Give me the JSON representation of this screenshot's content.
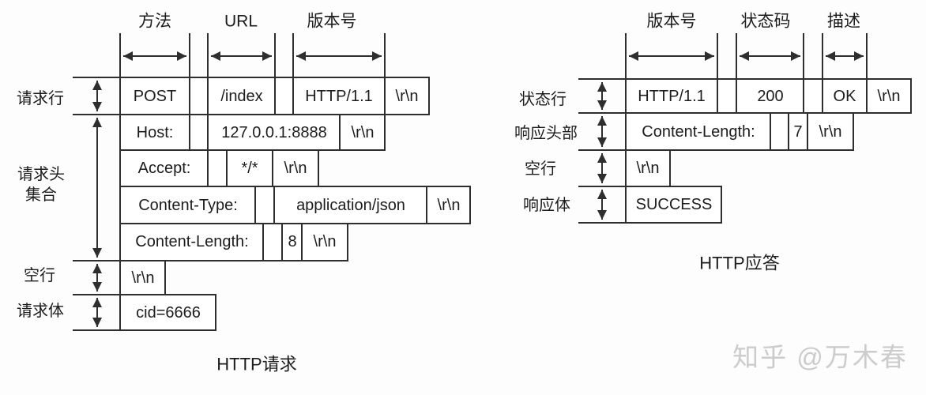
{
  "watermark": "知乎 @万木春",
  "colors": {
    "line": "#2e2e2e",
    "text": "#1c1c1c",
    "background": "#fdfdfd",
    "watermark": "#cccccc"
  },
  "request": {
    "caption": "HTTP请求",
    "column_labels": [
      "方法",
      "URL",
      "版本号"
    ],
    "row_labels": {
      "request_line": "请求行",
      "headers_line1": "请求头",
      "headers_line2": "集合",
      "empty_line": "空行",
      "body": "请求体"
    },
    "cells": {
      "method": "POST",
      "url": "/index",
      "version": "HTTP/1.1",
      "crlf": "\\r\\n",
      "host_name": "Host:",
      "host_value": "127.0.0.1:8888",
      "accept_name": "Accept:",
      "accept_value": "*/*",
      "content_type_name": "Content-Type:",
      "content_type_value": "application/json",
      "content_length_name": "Content-Length:",
      "content_length_value": "8",
      "body_value": "cid=6666"
    }
  },
  "response": {
    "caption": "HTTP应答",
    "column_labels": [
      "版本号",
      "状态码",
      "描述"
    ],
    "row_labels": {
      "status_line": "状态行",
      "headers": "响应头部",
      "empty_line": "空行",
      "body": "响应体"
    },
    "cells": {
      "version": "HTTP/1.1",
      "status_code": "200",
      "status_text": "OK",
      "crlf": "\\r\\n",
      "content_length_name": "Content-Length:",
      "content_length_value": "7",
      "body_value": "SUCCESS"
    }
  }
}
